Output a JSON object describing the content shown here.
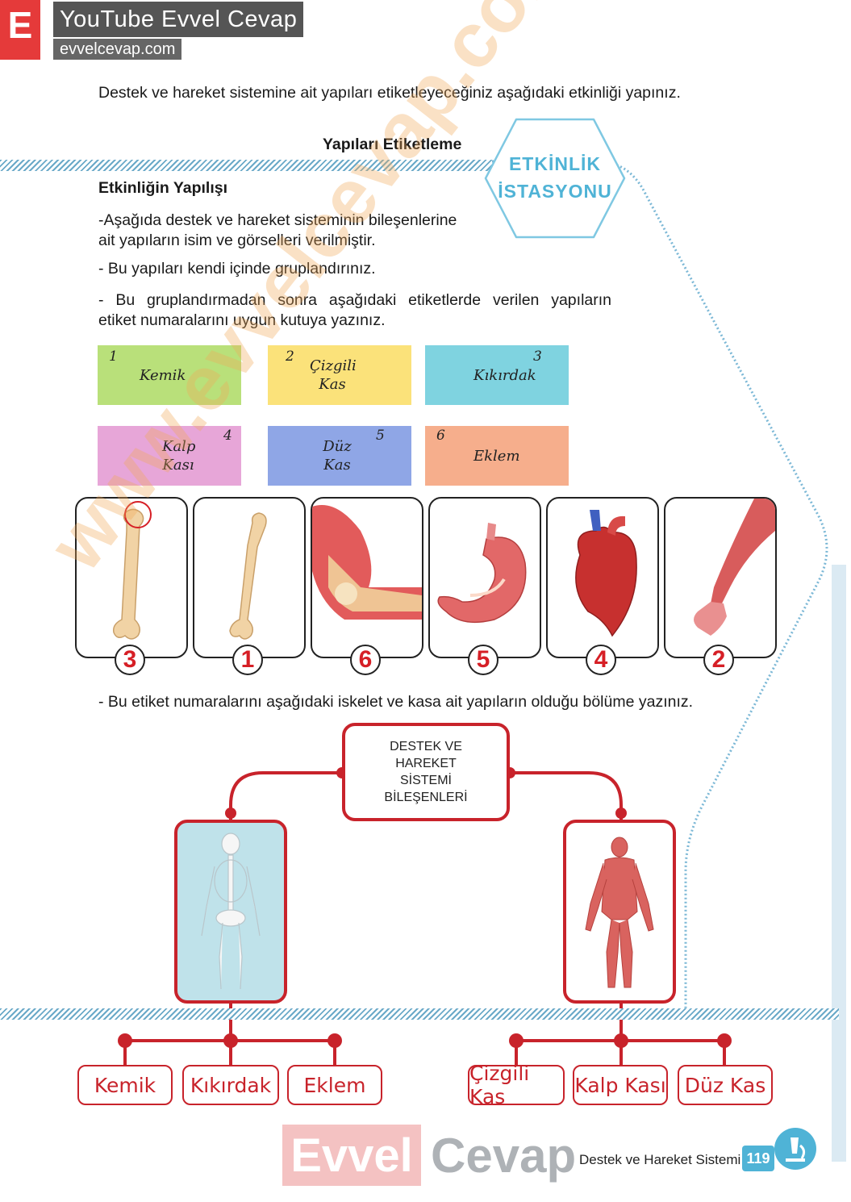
{
  "brand": {
    "letter": "E",
    "title": "YouTube Evvel Cevap",
    "url": "evvelcevap.com"
  },
  "intro": "Destek ve hareket sistemine ait yapıları etiketleyeceğiniz aşağıdaki etkinliği yapınız.",
  "section_title": "Yapıları Etiketleme",
  "badge": {
    "line1": "ETKİNLİK",
    "line2": "İSTASYONU"
  },
  "howto_title": "Etkinliğin Yapılışı",
  "instructions": [
    "-Aşağıda destek ve hareket sisteminin bileşenlerine",
    "ait yapıların isim ve görselleri verilmiştir.",
    "- Bu yapıları kendi içinde gruplandırınız.",
    "- Bu gruplandırmadan sonra aşağıdaki etiketlerde verilen yapıların",
    "etiket numaralarını uygun kutuya yazınız."
  ],
  "notes": [
    {
      "num": "1",
      "line1": "Kemik",
      "line2": "",
      "color": "#b9e07a"
    },
    {
      "num": "2",
      "line1": "Çizgili",
      "line2": "Kas",
      "color": "#fbe27a"
    },
    {
      "num": "3",
      "line1": "Kıkırdak",
      "line2": "",
      "color": "#7fd3e0"
    },
    {
      "num": "4",
      "line1": "Kalp",
      "line2": "Kası",
      "color": "#e7a6d8"
    },
    {
      "num": "5",
      "line1": "Düz",
      "line2": "Kas",
      "color": "#8fa6e6"
    },
    {
      "num": "6",
      "line1": "Eklem",
      "line2": "",
      "color": "#f6ae8c"
    }
  ],
  "cards": [
    {
      "image": "femur-cartilage-icon",
      "answer": "3"
    },
    {
      "image": "femur-bone-icon",
      "answer": "1"
    },
    {
      "image": "elbow-joint-icon",
      "answer": "6"
    },
    {
      "image": "stomach-icon",
      "answer": "5"
    },
    {
      "image": "heart-icon",
      "answer": "4"
    },
    {
      "image": "arm-muscle-icon",
      "answer": "2"
    }
  ],
  "instruction2": "- Bu etiket numaralarını aşağıdaki iskelet ve kasa ait yapıların olduğu bölüme yazınız.",
  "diagram": {
    "center": [
      "DESTEK VE",
      "HAREKET",
      "SİSTEMİ",
      "BİLEŞENLERİ"
    ],
    "left_image": "skeleton-icon",
    "right_image": "muscle-system-icon",
    "left_leaves": [
      "Kemik",
      "Kıkırdak",
      "Eklem"
    ],
    "right_leaves": [
      "Çizgili Kas",
      "Kalp Kası",
      "Düz Kas"
    ]
  },
  "footer": {
    "evvel": "Evvel",
    "cevap": "Cevap",
    "subtitle": "Destek ve Hareket Sistemi",
    "page": "119"
  },
  "watermark": "www.evvelcevap.com",
  "colors": {
    "accent_red": "#c8232b",
    "badge_blue": "#4fb3d6",
    "brand_red": "#e53a3a"
  }
}
